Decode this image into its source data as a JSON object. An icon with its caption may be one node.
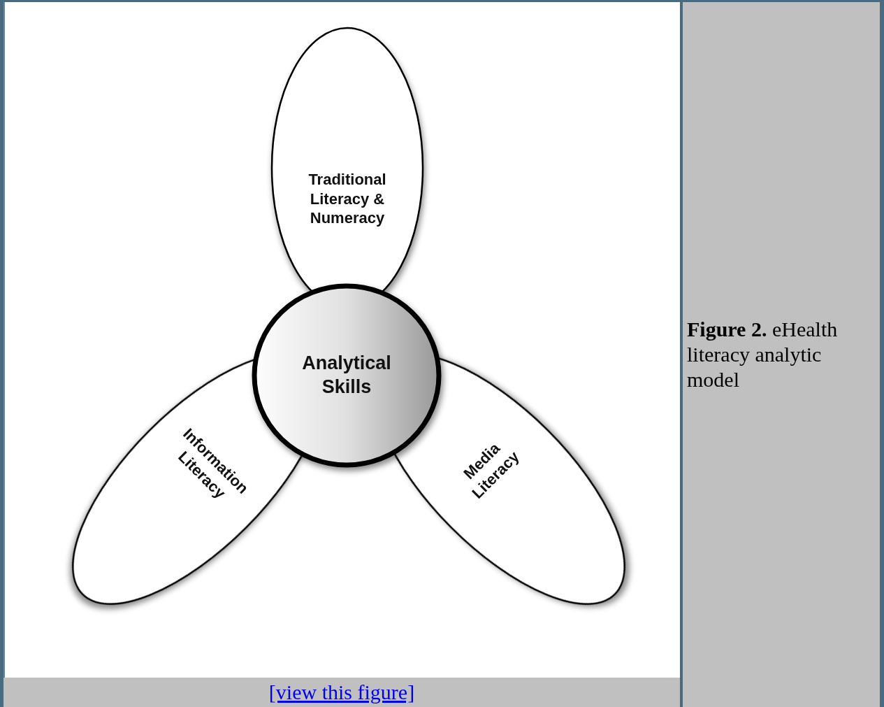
{
  "diagram": {
    "caption": "**Figure 2.** eHealth literacy analytic model",
    "nodes": [
      {
        "text": [
          "Traditional Literacy & Numeracy"
        ]
      },
      {
        "text": [
          "Information Literacy"
        ]
      },
      {
        "text": [
          "Media Literacy"
        ]
      },
      {
        "text": [
          "Analytical Skills"
        ]
      }
    ],
    "labels": [
      "[view this figure]"
    ]
  }
}
